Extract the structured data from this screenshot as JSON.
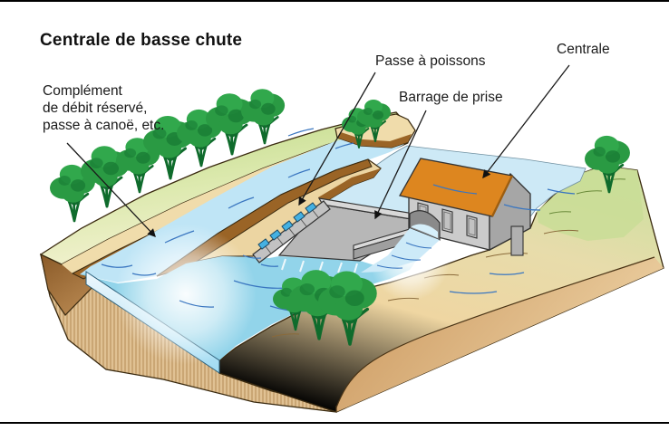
{
  "figure": {
    "title": "Centrale de basse chute",
    "labels": {
      "complement_lines": [
        "Complément",
        "de débit réservé,",
        "passe à canoë, etc."
      ],
      "fish_pass": "Passe à poissons",
      "intake_dam": "Barrage de prise",
      "powerhouse": "Centrale"
    },
    "colors": {
      "water_upstream": "#cde9f6",
      "water_downstream": "#92d4ea",
      "bypass_channel": "#bfe5f6",
      "roof_orange": "#dd861f",
      "tree_green": "#2a9a43",
      "bank_brown": "#9a6426",
      "sand": "#ecd5a2",
      "concrete_gray": "#b7b7b7",
      "rule_black": "#000000"
    }
  }
}
